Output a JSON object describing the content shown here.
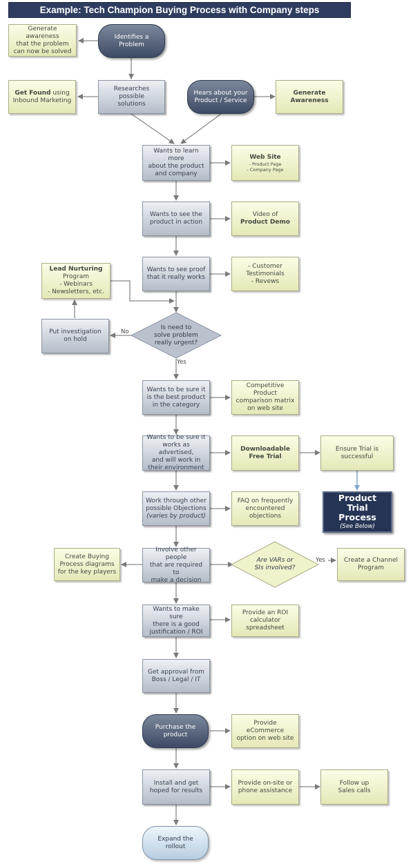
{
  "title": "Example: Tech Champion Buying Process with Company steps",
  "nodes": {
    "identifies_problem": [
      "Identifies a",
      "Problem"
    ],
    "generate_awareness_note": [
      "Generate awareness",
      "that the problem",
      "can now be solved"
    ],
    "researches": [
      "Researches possible",
      "solutions"
    ],
    "get_found": {
      "bold": "Get Found",
      "rest": " using",
      "line2": "Inbound Marketing"
    },
    "hears_about": [
      "Hears about your",
      "Product / Service"
    ],
    "generate_awareness_bold": [
      "Generate",
      "Awareness"
    ],
    "learn_more": [
      "Wants to learn more",
      "about the product",
      "and company"
    ],
    "web_site": {
      "title": "Web Site",
      "items": [
        "- Product Page",
        "- Company Page"
      ]
    },
    "see_product": [
      "Wants to see the",
      "product in action"
    ],
    "video_demo": {
      "line1": "Video of",
      "bold": "Product Demo"
    },
    "see_proof": [
      "Wants to see proof",
      "that it really works"
    ],
    "testimonials": [
      "- Customer",
      "Testimonials",
      "- Revews"
    ],
    "lead_nurturing": {
      "bold": "Lead Nurturing",
      "lines": [
        "Program",
        "- Webinars",
        "- Newsletters, etc."
      ]
    },
    "put_on_hold": [
      "Put investigation",
      "on hold"
    ],
    "urgent_decision": [
      "Is need to",
      "solve problem",
      "really urgent?"
    ],
    "best_product": [
      "Wants to be sure it",
      "is the best product",
      "in the category"
    ],
    "comparison_matrix": [
      "Competitive Product",
      "comparison matrix",
      "on web site"
    ],
    "works_as_advertised": [
      "Wants to be sure it",
      "works as advertised,",
      "and will work in",
      "their environment"
    ],
    "free_trial": [
      "Downloadable",
      "Free Trial"
    ],
    "ensure_trial": [
      "Ensure Trial is",
      "successful"
    ],
    "trial_process": {
      "title": [
        "Product Trial",
        "Process"
      ],
      "sub": "(See Below)"
    },
    "objections": {
      "lines": [
        "Work through other",
        "possible Objections"
      ],
      "italic": "(varies by product)"
    },
    "faq": [
      "FAQ on frequently",
      "encountered",
      "objections"
    ],
    "buying_diagrams": [
      "Create Buying",
      "Process diagrams",
      "for the key players"
    ],
    "involve_people": [
      "Involve other people",
      "that are required to",
      "make a decision"
    ],
    "vars_decision": [
      "Are VARs or",
      "SIs involved?"
    ],
    "channel_program": [
      "Create a Channel",
      "Program"
    ],
    "justification": [
      "Wants to make sure",
      "there is a good",
      "justification / ROI"
    ],
    "roi_calculator": [
      "Provide an ROI",
      "calculator",
      "spreadsheet"
    ],
    "approval": [
      "Get approval from",
      "Boss / Legal / IT"
    ],
    "purchase": [
      "Purchase the",
      "product"
    ],
    "ecommerce": [
      "Provide eCommerce",
      "option on web site"
    ],
    "install": [
      "Install and get",
      "hoped for results"
    ],
    "onsite_assist": [
      "Provide on-site or",
      "phone assistance"
    ],
    "follow_up": [
      "Follow up",
      "Sales calls"
    ],
    "expand": [
      "Expand the",
      "rollout"
    ]
  },
  "edge_labels": {
    "no": "No",
    "yes": "Yes",
    "yes_vars": "Yes"
  },
  "colors": {
    "title_bg": "#2e3d5f",
    "step": "#b4bdc9",
    "note": "#e5e8b7",
    "dark_terminal": "#3d4a64",
    "light_terminal": "#b7cde0",
    "trial_process": "#263555",
    "wire": "#808080",
    "blue_arrow": "#7ea6cf"
  }
}
